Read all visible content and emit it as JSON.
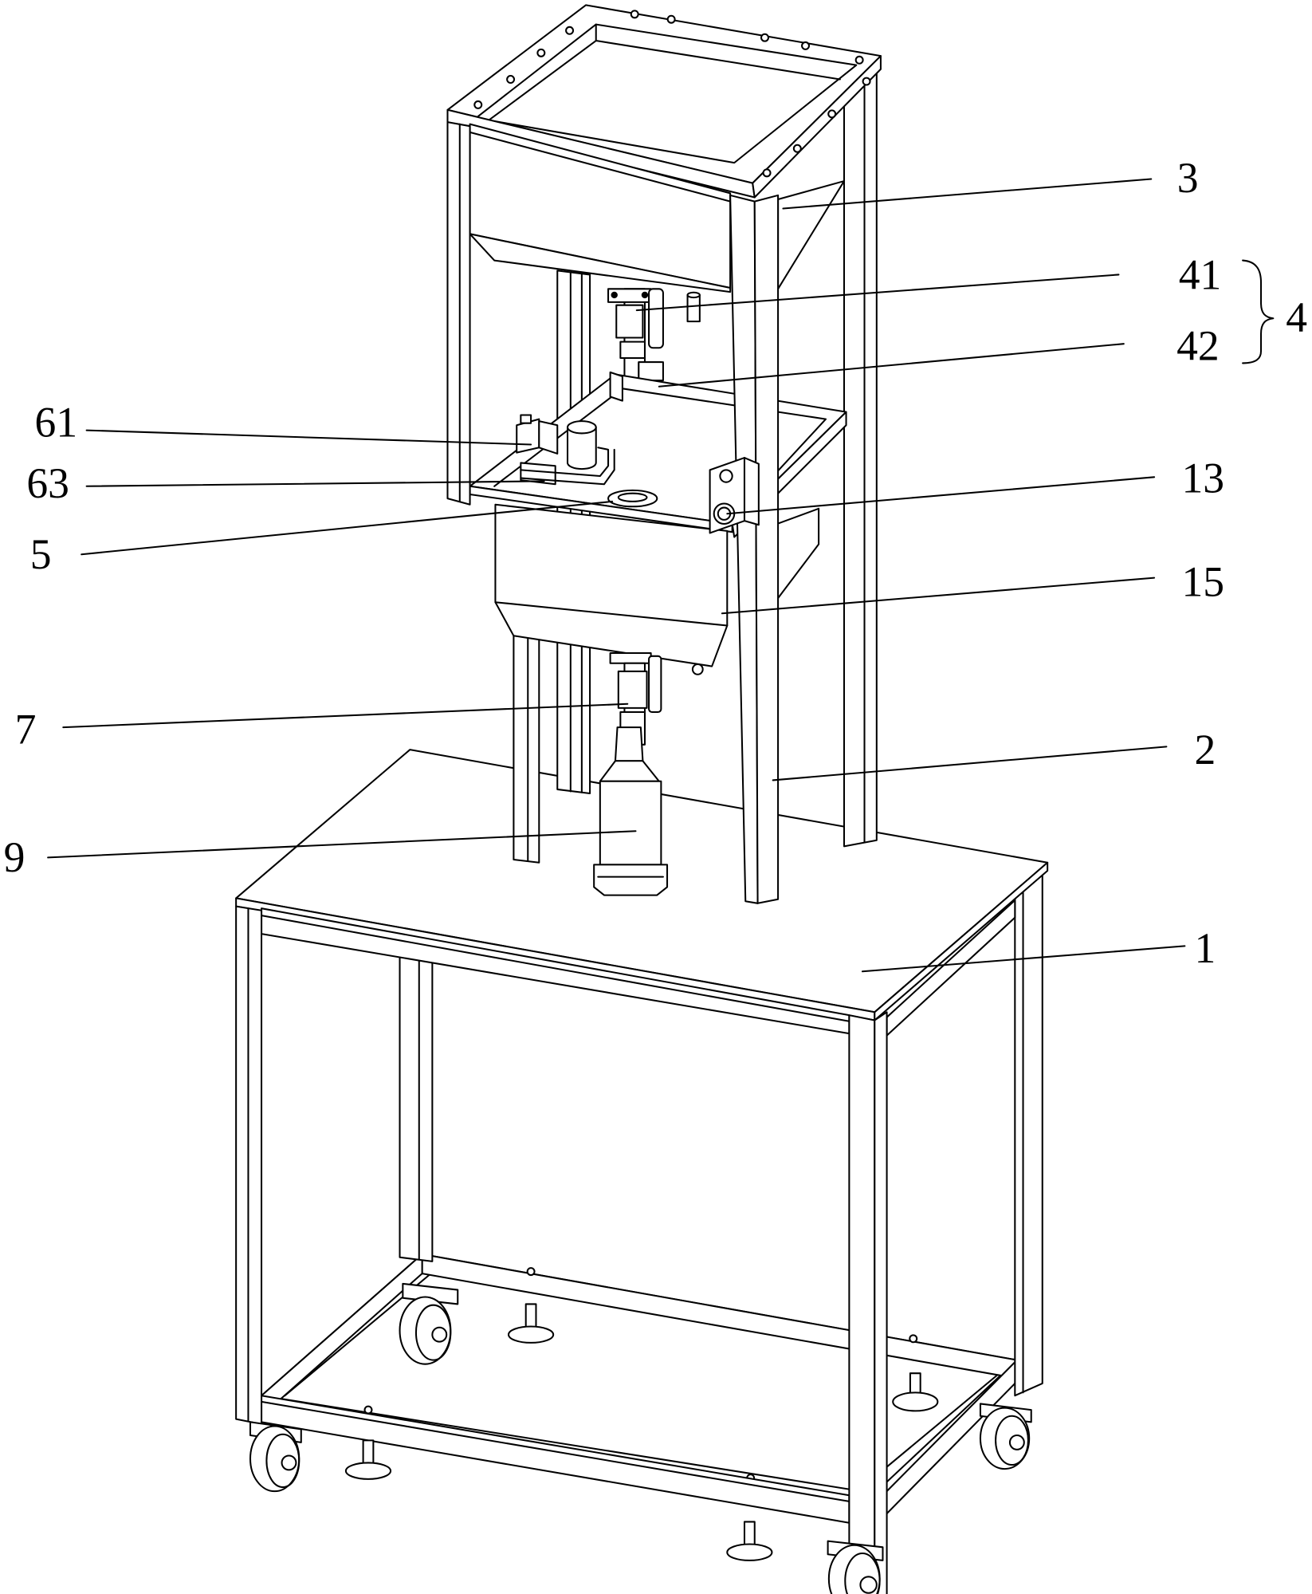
{
  "reference_numerals": [
    "3",
    "41",
    "42",
    "4",
    "61",
    "63",
    "13",
    "5",
    "15",
    "7",
    "2",
    "9",
    "1"
  ],
  "colors": {
    "line": "#000000",
    "paper": "#ffffff"
  }
}
